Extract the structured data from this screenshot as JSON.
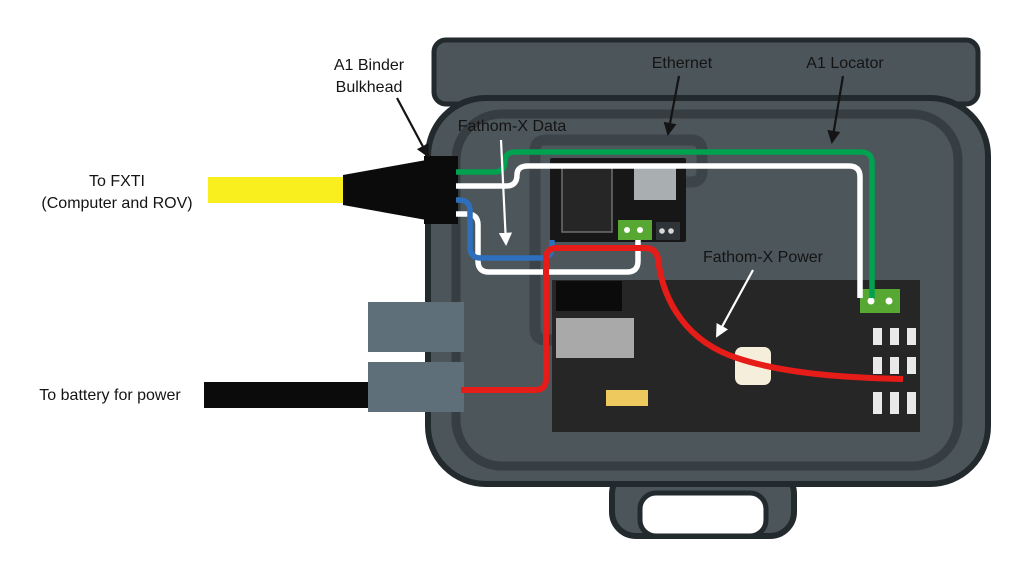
{
  "labels": {
    "binder_bulkhead_line1": "A1 Binder",
    "binder_bulkhead_line2": "Bulkhead",
    "ethernet": "Ethernet",
    "a1_locator": "A1 Locator",
    "fathom_x_data": "Fathom-X Data",
    "fathom_x_power": "Fathom-X Power",
    "fxti_line1": "To FXTI",
    "fxti_line2": "(Computer and ROV)",
    "battery": "To battery for power"
  },
  "colors": {
    "case_gray": "#4b555a",
    "cable_yellow": "#f9ee1e",
    "connector_slate": "#5e6f7a",
    "ethernet_cable_gray": "#3d4449",
    "wire_green": "#00a24f",
    "wire_white": "#ffffff",
    "wire_blue": "#2e6fbd",
    "wire_red": "#e51c18",
    "terminal_green": "#57a733",
    "component_yellow": "#edc95e",
    "component_cream": "#f5eedb"
  }
}
